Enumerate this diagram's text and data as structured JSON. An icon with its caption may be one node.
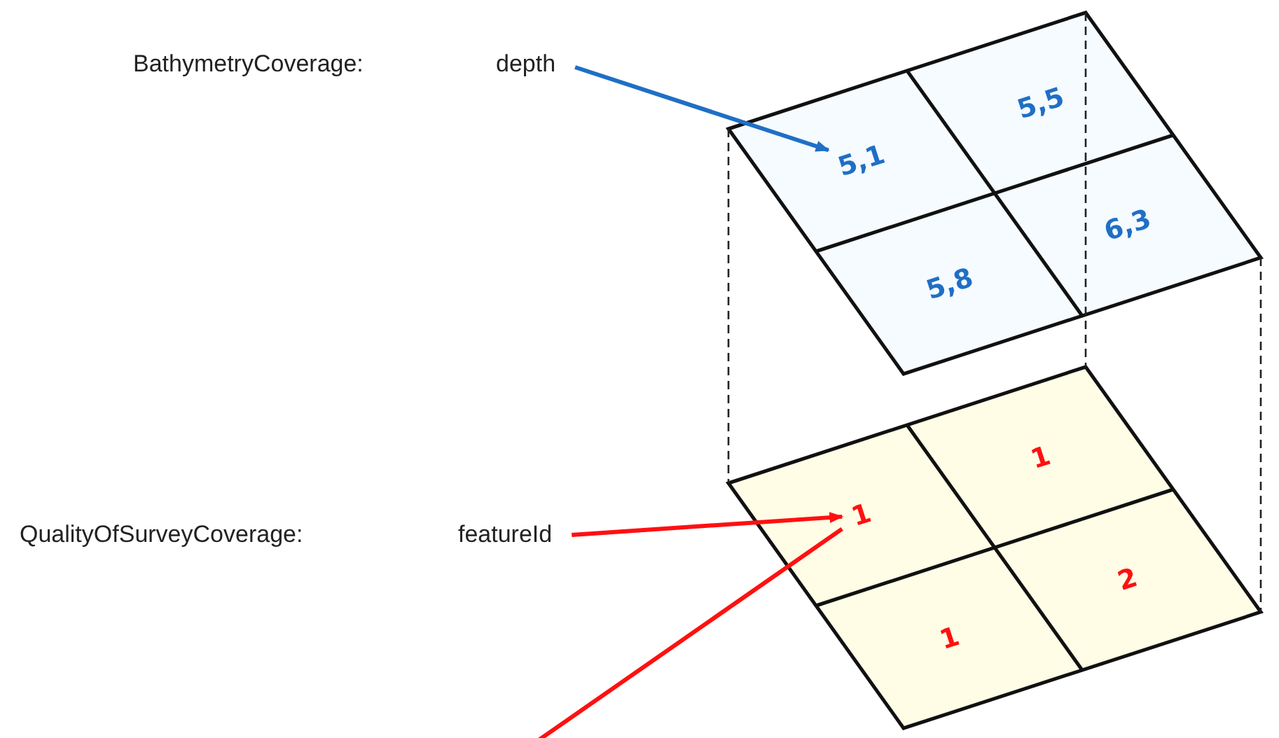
{
  "diagram": {
    "nodes": [
      {
        "text": [
          "BathymetryCoverage:",
          "depth"
        ]
      },
      {
        "text": [],
        "shape": "grid"
      },
      {
        "text": [
          "5,1"
        ],
        "in": 1
      },
      {
        "text": [
          "5,5"
        ],
        "in": 1
      },
      {
        "text": [
          "5,8"
        ],
        "in": 1
      },
      {
        "text": [
          "6,3"
        ],
        "in": 1
      },
      {
        "text": [
          "QualityOfSurveyCoverage:",
          "featureId"
        ]
      },
      {
        "text": [],
        "shape": "grid"
      },
      {
        "text": [
          "1"
        ],
        "in": 7
      },
      {
        "text": [
          "1"
        ],
        "in": 7
      },
      {
        "text": [
          "1"
        ],
        "in": 7
      },
      {
        "text": [
          "2"
        ],
        "in": 7
      }
    ],
    "edges": [
      {
        "from": 0,
        "to": 2,
        "arrow": "to",
        "style": "thick",
        "color": "#1f6fc5"
      },
      {
        "from": 6,
        "to": 8,
        "arrow": "to",
        "style": "thick",
        "color": "#ff1010"
      },
      {
        "from": null,
        "to": 8,
        "arrow": "none",
        "style": "thick",
        "color": "#ff1010"
      },
      {
        "from": 1,
        "to": 7,
        "arrow": "none",
        "style": "dashed",
        "color": "#222222"
      },
      {
        "from": 1,
        "to": 7,
        "arrow": "none",
        "style": "dashed",
        "color": "#222222"
      },
      {
        "from": 1,
        "to": 7,
        "arrow": "none",
        "style": "dashed",
        "color": "#222222"
      }
    ]
  }
}
